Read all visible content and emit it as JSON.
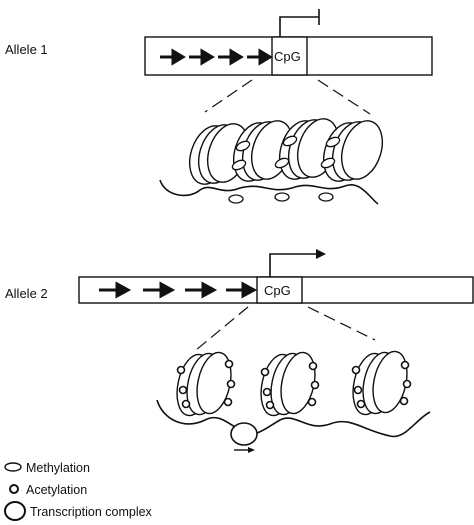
{
  "alleles": [
    {
      "label": "Allele 1",
      "promoter": "CpG",
      "state": "repressed",
      "chromatin": "condensed",
      "marks": "methylation"
    },
    {
      "label": "Allele 2",
      "promoter": "CpG",
      "state": "active",
      "chromatin": "open",
      "marks": "acetylation"
    }
  ],
  "legend": [
    {
      "symbol": "ellipse-open",
      "text": "Methylation"
    },
    {
      "symbol": "circle-small",
      "text": "Acetylation"
    },
    {
      "symbol": "circle-large",
      "text": "Transcription complex"
    }
  ]
}
